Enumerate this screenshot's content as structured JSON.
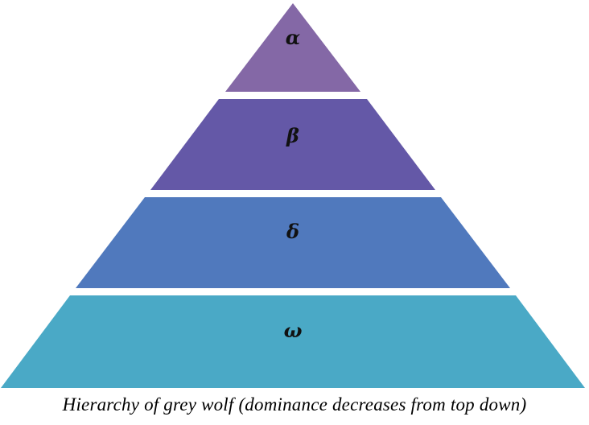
{
  "diagram": {
    "tiers": [
      {
        "label": "α",
        "color": "#8468a6"
      },
      {
        "label": "β",
        "color": "#6458a7"
      },
      {
        "label": "δ",
        "color": "#5079bd"
      },
      {
        "label": "ω",
        "color": "#4aa9c6"
      }
    ],
    "caption": "Hierarchy of grey wolf (dominance decreases from top down)"
  }
}
